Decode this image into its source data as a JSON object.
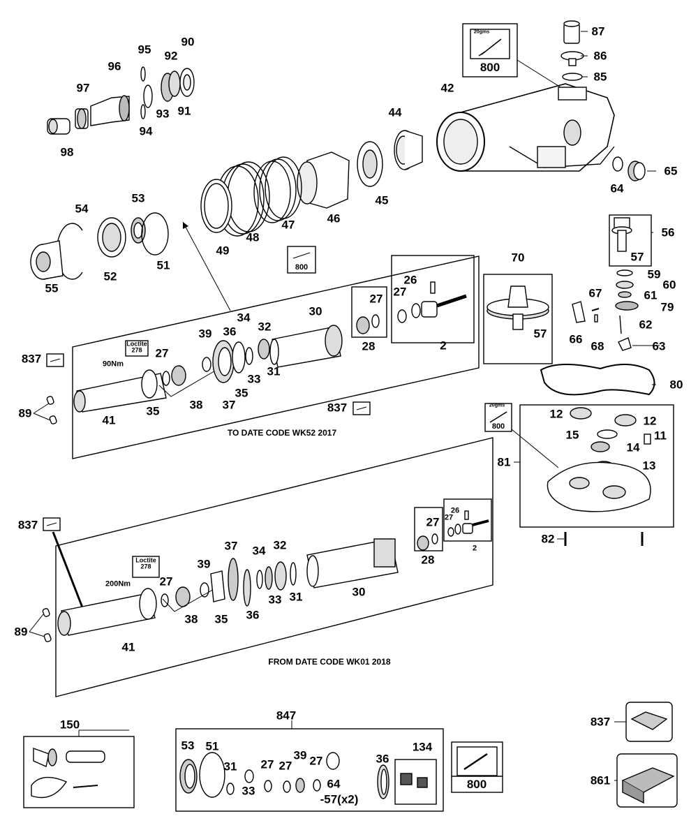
{
  "captions": {
    "upper_section": "TO DATE CODE WK52 2017",
    "lower_section": "FROM DATE CODE WK01 2018"
  },
  "notes": {
    "loctite_upper": "Loctite\n278",
    "torque_upper": "90Nm",
    "loctite_lower": "Loctite\n278",
    "torque_lower": "200Nm"
  },
  "grease_boxes": {
    "top_weight": "20gms",
    "top_code": "800",
    "upper_shaft_code": "800",
    "gearbox_weight": "20gms",
    "gearbox_code": "800",
    "kit_code": "800"
  },
  "part_labels": {
    "p90": "90",
    "p95": "95",
    "p96": "96",
    "p92": "92",
    "p97": "97",
    "p93": "93",
    "p91": "91",
    "p94": "94",
    "p98": "98",
    "p87": "87",
    "p86": "86",
    "p85": "85",
    "p42": "42",
    "p44": "44",
    "p65": "65",
    "p64": "64",
    "p45": "45",
    "p46": "46",
    "p47": "47",
    "p48": "48",
    "p49": "49",
    "p54": "54",
    "p53": "53",
    "p52": "52",
    "p51": "51",
    "p55": "55",
    "p56": "56",
    "p57a": "57",
    "p59": "59",
    "p60": "60",
    "p61": "61",
    "p79": "79",
    "p67": "67",
    "p62": "62",
    "p66": "66",
    "p68": "68",
    "p63": "63",
    "p70": "70",
    "p57b": "57",
    "p80": "80",
    "p837a": "837",
    "p89a": "89",
    "p41a": "41",
    "p35a": "35",
    "p27a": "27",
    "p39a": "39",
    "p36a": "36",
    "p34a": "34",
    "p32a": "32",
    "p30a": "30",
    "p27b": "27",
    "p26a": "26",
    "p27c": "27",
    "p28a": "28",
    "p2a": "2",
    "p38a": "38",
    "p37a": "37",
    "p35b": "35",
    "p33a": "33",
    "p31a": "31",
    "p837b": "837",
    "p81": "81",
    "p12a": "12",
    "p12b": "12",
    "p15": "15",
    "p14": "14",
    "p11": "11",
    "p13": "13",
    "p82": "82",
    "p837c": "837",
    "p89b": "89",
    "p41b": "41",
    "p27d": "27",
    "p39b": "39",
    "p37b": "37",
    "p34b": "34",
    "p32b": "32",
    "p38b": "38",
    "p35c": "35",
    "p36b": "36",
    "p33b": "33",
    "p31b": "31",
    "p30b": "30",
    "p27e": "27",
    "p26b": "26",
    "p27f": "27",
    "p28b": "28",
    "p2b": "2",
    "p150": "150",
    "p847": "847",
    "k53": "53",
    "k51": "51",
    "k31": "31",
    "k33": "33",
    "k27a": "27",
    "k27b": "27",
    "k39": "39",
    "k27c": "27",
    "k64": "64",
    "k57": "-57(x2)",
    "k36": "36",
    "k134": "134",
    "p837d": "837",
    "p861": "861"
  }
}
